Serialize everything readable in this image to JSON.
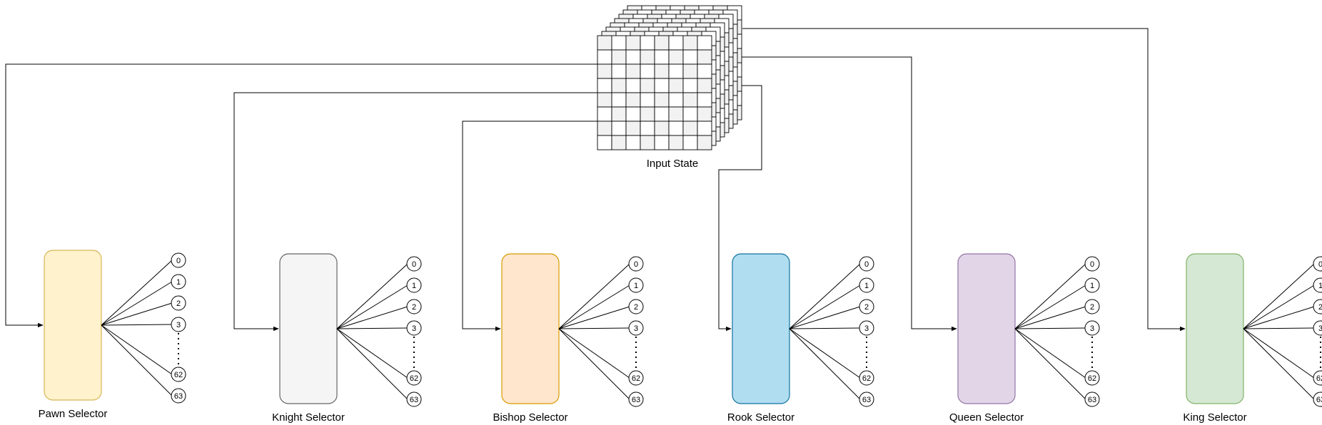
{
  "input_state": {
    "label": "Input State",
    "layers": 8,
    "grid_size": 8
  },
  "selectors": [
    {
      "label": "Pawn Selector",
      "fill": "#fff2cc",
      "stroke": "#d6b656"
    },
    {
      "label": "Knight Selector",
      "fill": "#f5f5f5",
      "stroke": "#666666"
    },
    {
      "label": "Bishop Selector",
      "fill": "#ffe6cc",
      "stroke": "#d79b00"
    },
    {
      "label": "Rook Selector",
      "fill": "#b1ddf0",
      "stroke": "#10739e"
    },
    {
      "label": "Queen Selector",
      "fill": "#e1d5e7",
      "stroke": "#9673a6"
    },
    {
      "label": "King Selector",
      "fill": "#d5e8d4",
      "stroke": "#82b366"
    }
  ],
  "output_nodes": [
    "0",
    "1",
    "2",
    "3",
    "62",
    "63"
  ],
  "colors": {
    "line": "#000000",
    "board_light": "#f2f2f2",
    "board_dark": "#ffffff"
  }
}
